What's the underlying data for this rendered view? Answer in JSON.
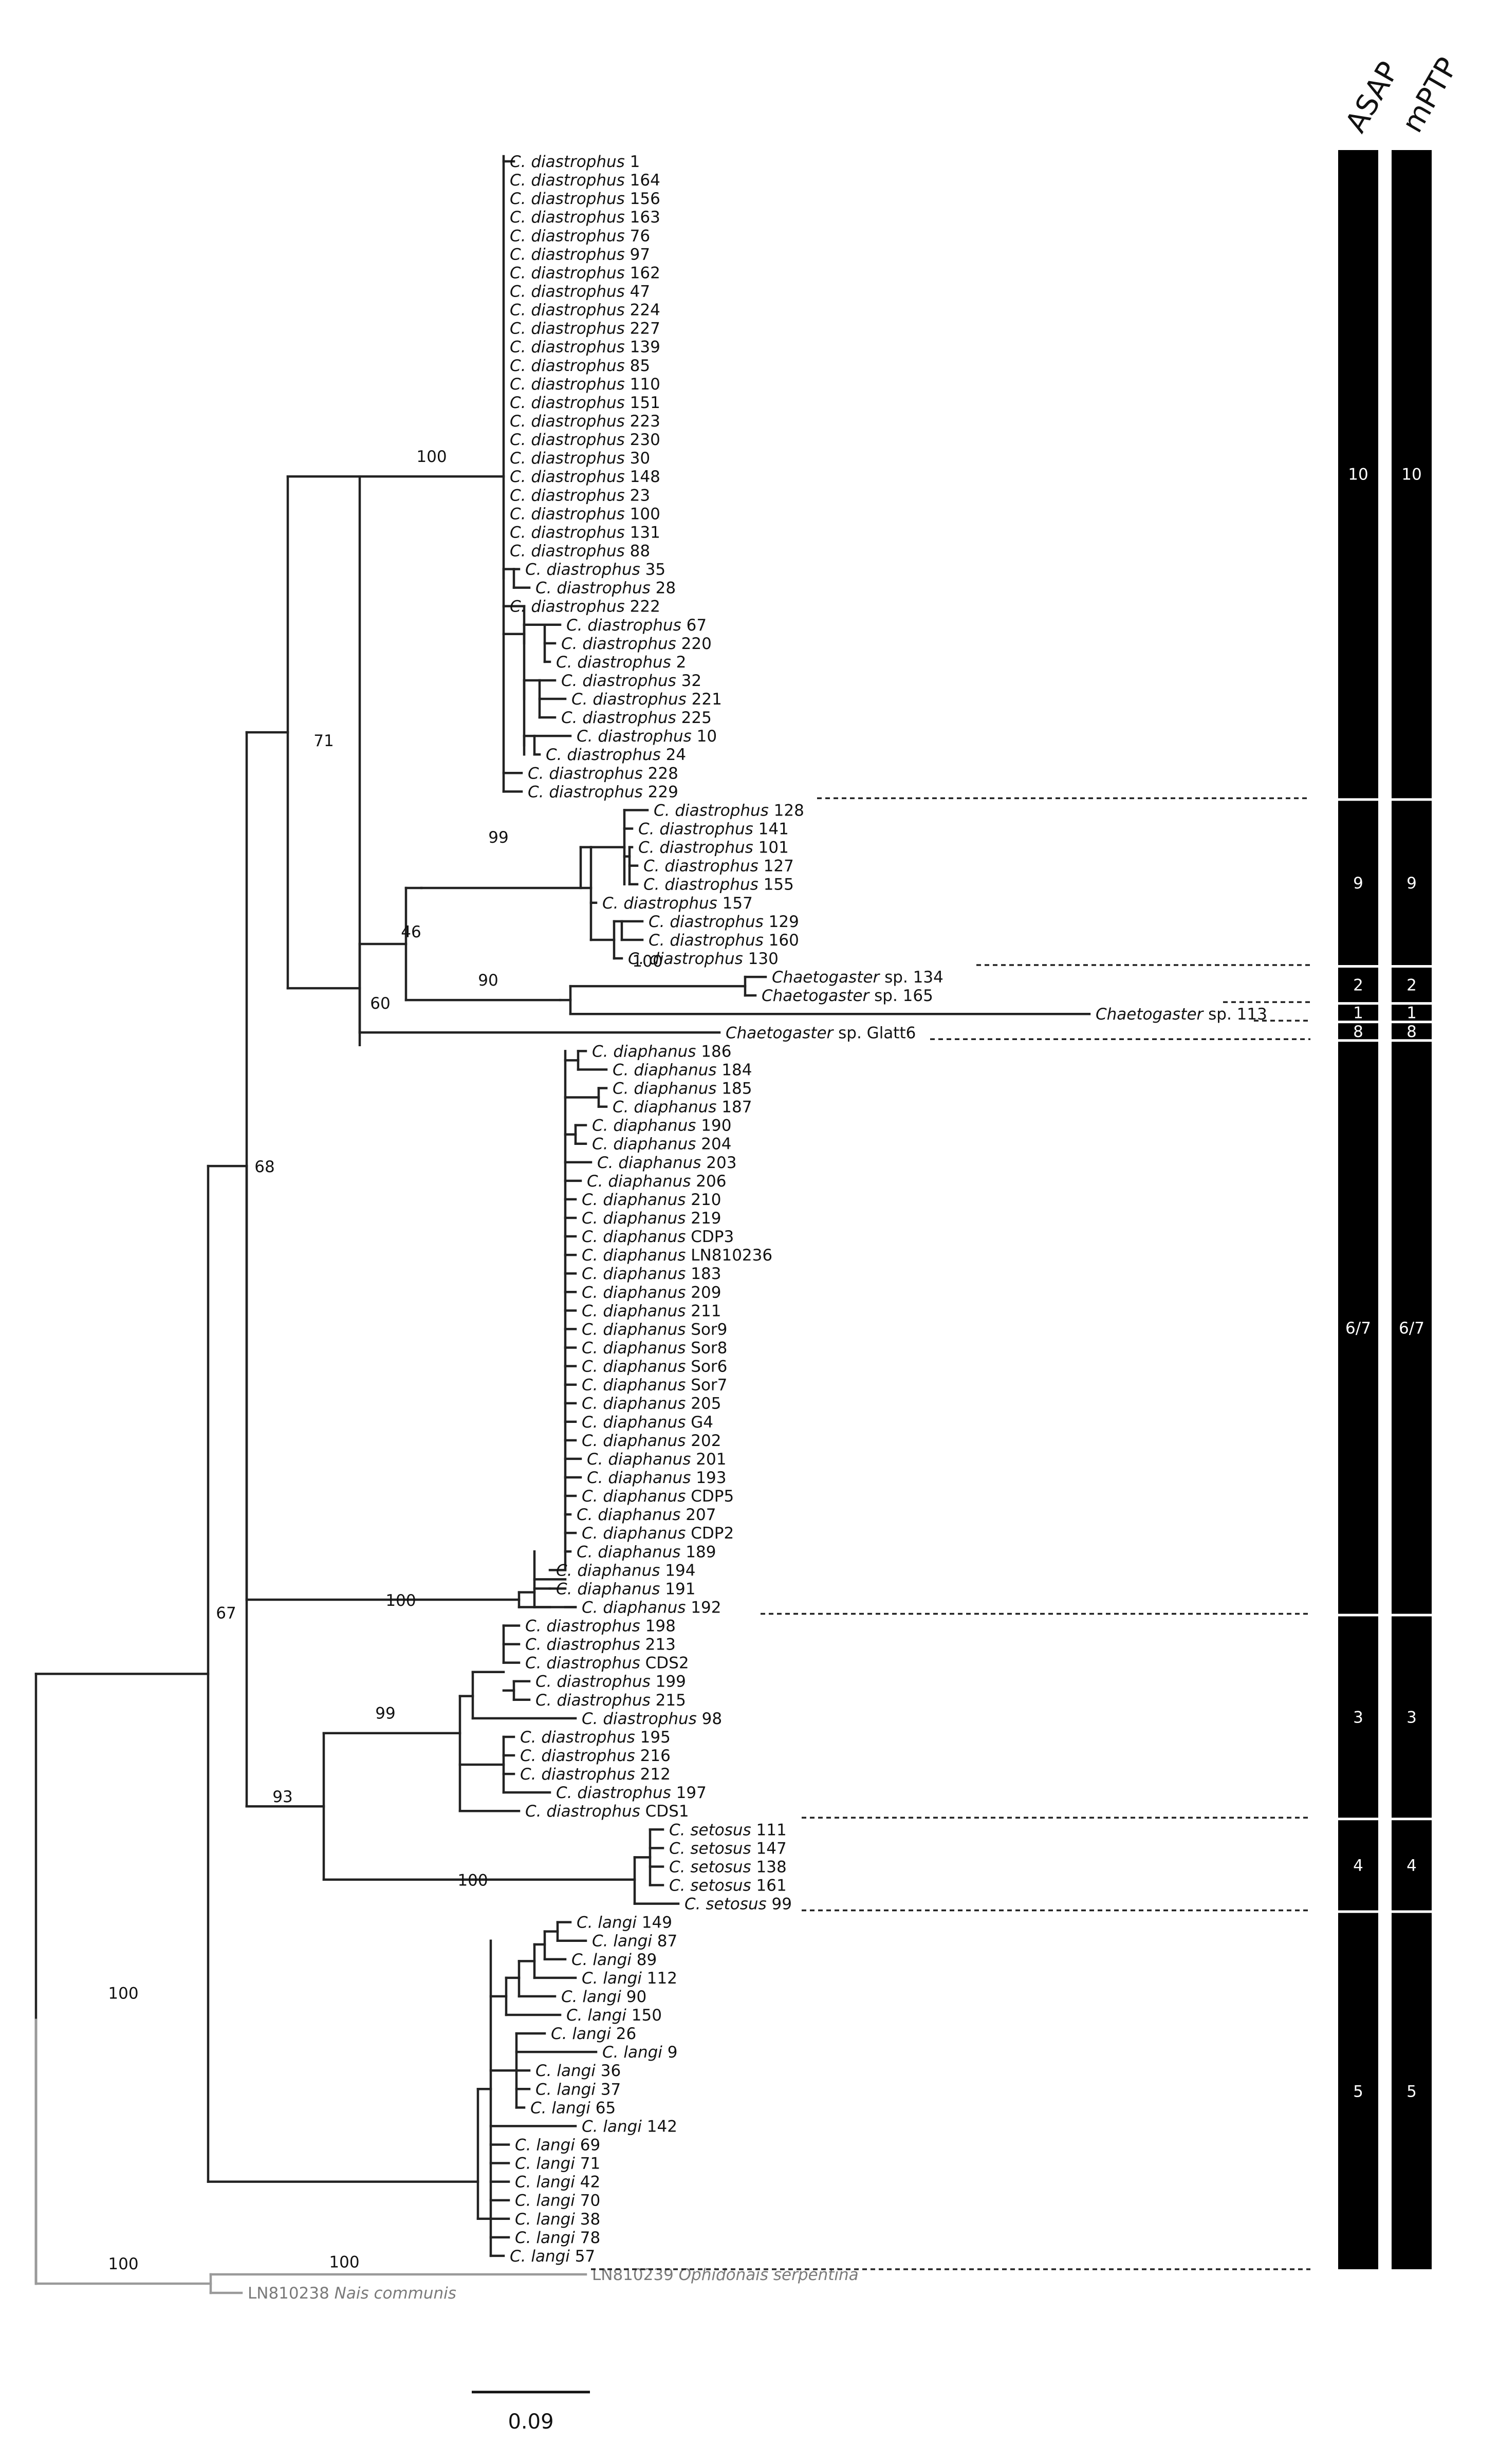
{
  "columns": {
    "asap": "ASAP",
    "mptp": "mPTP"
  },
  "scale_label": "0.09",
  "genus_abbrev": "C.",
  "clusters": [
    {
      "id": "c10",
      "epithet": "diastrophus",
      "asap": "10",
      "mptp": "10",
      "support": "100",
      "numbers": [
        "1",
        "164",
        "156",
        "163",
        "76",
        "97",
        "162",
        "47",
        "224",
        "227",
        "139",
        "85",
        "110",
        "151",
        "223",
        "230",
        "30",
        "148",
        "23",
        "100",
        "131",
        "88",
        "35",
        "28",
        "222",
        "67",
        "220",
        "2",
        "32",
        "221",
        "225",
        "10",
        "24",
        "228",
        "229"
      ]
    },
    {
      "id": "c9",
      "epithet": "diastrophus",
      "asap": "9",
      "mptp": "9",
      "support": "99",
      "numbers": [
        "128",
        "141",
        "101",
        "127",
        "155",
        "157",
        "129",
        "160",
        "130"
      ]
    },
    {
      "id": "c2",
      "asap": "2",
      "mptp": "2",
      "support": "100",
      "leaves": [
        "Chaetogaster sp. 134",
        "Chaetogaster sp. 165"
      ]
    },
    {
      "id": "c1",
      "asap": "1",
      "mptp": "1",
      "leaves": [
        "Chaetogaster sp. 113"
      ]
    },
    {
      "id": "c8",
      "asap": "8",
      "mptp": "8",
      "leaves": [
        "Chaetogaster sp. Glatt6"
      ]
    },
    {
      "id": "c67",
      "epithet": "diaphanus",
      "asap": "6/7",
      "mptp": "6/7",
      "support": "100",
      "numbers": [
        "186",
        "184",
        "185",
        "187",
        "190",
        "204",
        "203",
        "206",
        "210",
        "219",
        "CDP3",
        "LN810236",
        "183",
        "209",
        "211",
        "Sor9",
        "Sor8",
        "Sor6",
        "Sor7",
        "205",
        "G4",
        "202",
        "201",
        "193",
        "CDP5",
        "207",
        "CDP2",
        "189",
        "194",
        "191",
        "192"
      ]
    },
    {
      "id": "c3",
      "epithet": "diastrophus",
      "asap": "3",
      "mptp": "3",
      "support": "99",
      "numbers": [
        "198",
        "213",
        "CDS2",
        "199",
        "215",
        "98",
        "195",
        "216",
        "212",
        "197",
        "CDS1"
      ]
    },
    {
      "id": "c4",
      "epithet": "setosus",
      "asap": "4",
      "mptp": "4",
      "support": "100",
      "numbers": [
        "111",
        "147",
        "138",
        "161",
        "99"
      ]
    },
    {
      "id": "c5",
      "epithet": "langi",
      "asap": "5",
      "mptp": "5",
      "support": "100",
      "numbers": [
        "149",
        "87",
        "89",
        "112",
        "90",
        "150",
        "26",
        "9",
        "36",
        "37",
        "65",
        "142",
        "69",
        "71",
        "42",
        "70",
        "38",
        "78",
        "57"
      ]
    }
  ],
  "outgroup": {
    "support": "100",
    "leaves": [
      {
        "accession": "LN810239",
        "name": "Ophidonais serpentina"
      },
      {
        "accession": "LN810238",
        "name": "Nais communis"
      }
    ]
  },
  "internal_supports": {
    "root": "100",
    "ingroup": "67",
    "n68": "68",
    "n71": "71",
    "n60": "60",
    "n46": "46",
    "n90": "90",
    "n93": "93"
  }
}
